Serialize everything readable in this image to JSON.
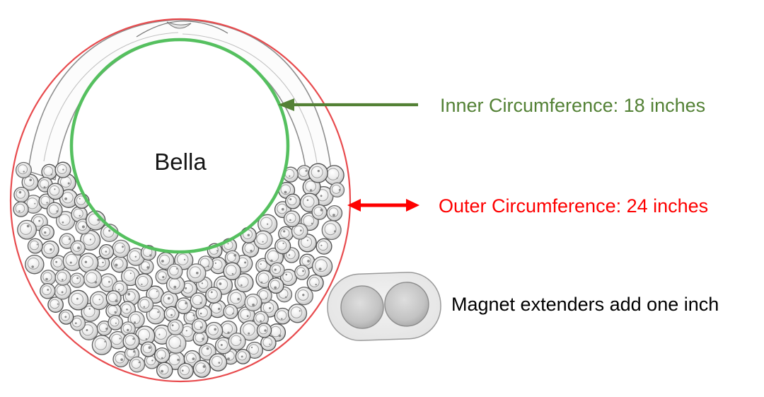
{
  "diagram": {
    "background": "#ffffff",
    "necklace": {
      "name": "Bella"
    },
    "annotations": {
      "inner": {
        "label": "Inner Circumference: 18 inches",
        "color": "#538135"
      },
      "outer": {
        "label": "Outer Circumference: 24 inches",
        "color": "#fe0000"
      },
      "magnet": {
        "label": "Magnet extenders add one inch",
        "color": "#000000"
      }
    },
    "colors": {
      "inner_ellipse": "#55c05f",
      "outer_ellipse": "#e84b4e",
      "strap_stroke": "#8f8f8f",
      "bead_stroke": "#555555"
    }
  }
}
